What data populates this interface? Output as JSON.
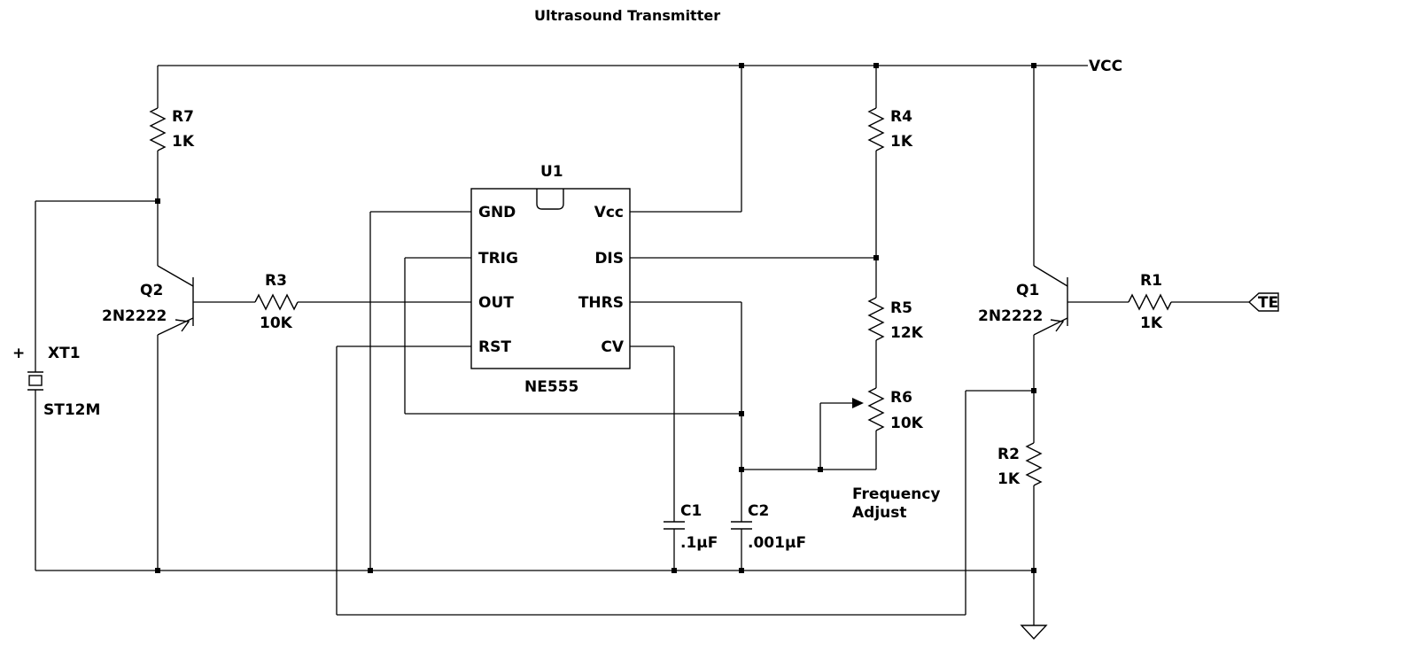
{
  "title": "Ultrasound Transmitter",
  "nets": {
    "vcc": "VCC",
    "te": "TE"
  },
  "ic": {
    "ref": "U1",
    "part": "NE555",
    "pins_left": [
      "GND",
      "TRIG",
      "OUT",
      "RST"
    ],
    "pins_right": [
      "Vcc",
      "DIS",
      "THRS",
      "CV"
    ]
  },
  "resistors": {
    "r7": {
      "ref": "R7",
      "value": "1K"
    },
    "r3": {
      "ref": "R3",
      "value": "10K"
    },
    "r4": {
      "ref": "R4",
      "value": "1K"
    },
    "r5": {
      "ref": "R5",
      "value": "12K"
    },
    "r6": {
      "ref": "R6",
      "value": "10K"
    },
    "r1": {
      "ref": "R1",
      "value": "1K"
    },
    "r2": {
      "ref": "R2",
      "value": "1K"
    }
  },
  "transistors": {
    "q2": {
      "ref": "Q2",
      "part": "2N2222"
    },
    "q1": {
      "ref": "Q1",
      "part": "2N2222"
    }
  },
  "capacitors": {
    "c1": {
      "ref": "C1",
      "value": ".1µF"
    },
    "c2": {
      "ref": "C2",
      "value": ".001µF"
    }
  },
  "transducer": {
    "ref": "XT1",
    "part": "ST12M",
    "polarity": "+"
  },
  "notes": {
    "freq_line1": "Frequency",
    "freq_line2": "Adjust"
  }
}
